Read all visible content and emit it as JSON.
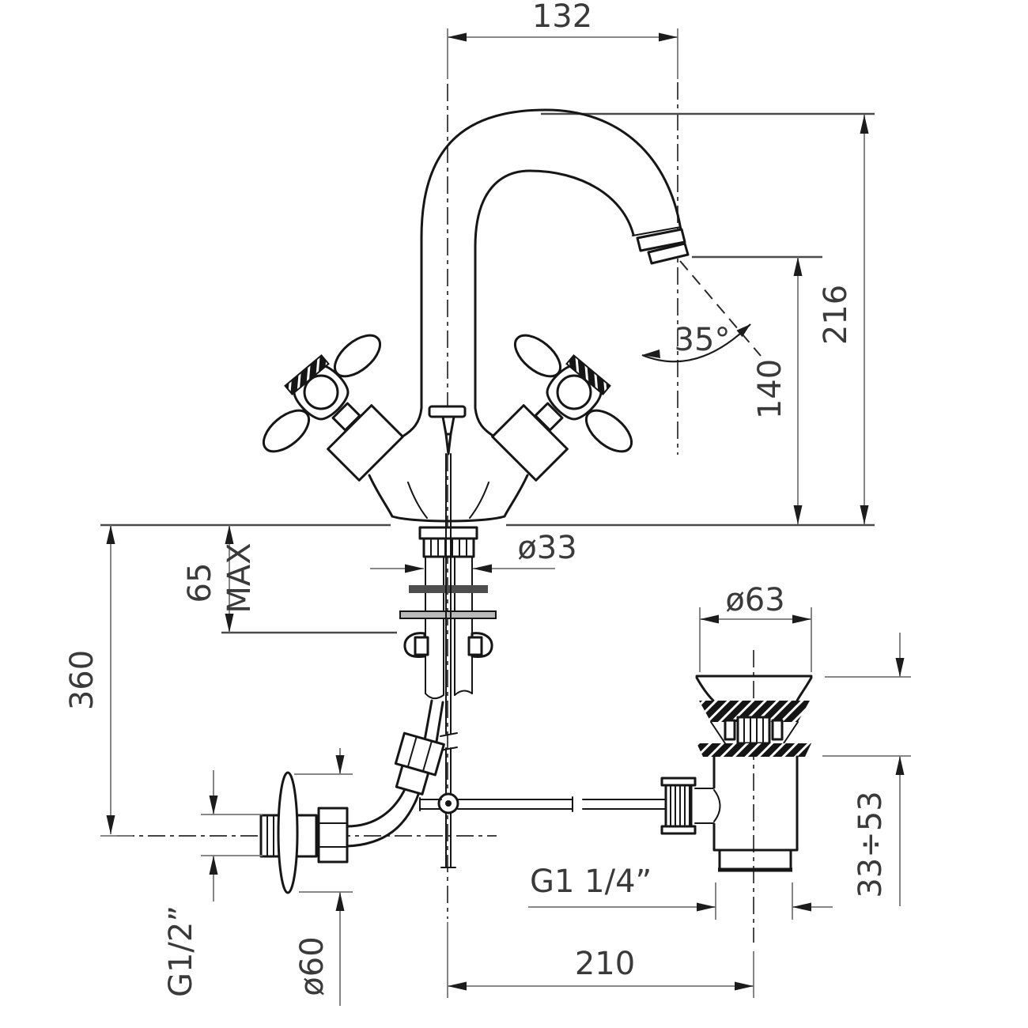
{
  "drawing": {
    "title": "Two-handle basin mixer tap with pop-up waste — dimensional technical drawing",
    "colors": {
      "background": "#ffffff",
      "object_line": "#161616",
      "dimension_line": "#787878",
      "reference_line": "#4a4a4a",
      "text": "#3a3a3a"
    },
    "dimensions": {
      "spout_projection": "132",
      "height_above_deck": "216",
      "spout_outlet_height": "140",
      "outlet_angle": "35°",
      "deck_thickness_value": "65",
      "deck_thickness_qualifier": "MAX",
      "deck_to_supply_axis": "360",
      "shank_diameter": "ø33",
      "waste_cap_diameter": "ø63",
      "basin_clamp_range": "33÷53",
      "supply_thread": "G1/2”",
      "wall_flange_diameter": "ø60",
      "waste_thread": "G1 1/4”",
      "waste_horizontal_offset": "210"
    }
  }
}
